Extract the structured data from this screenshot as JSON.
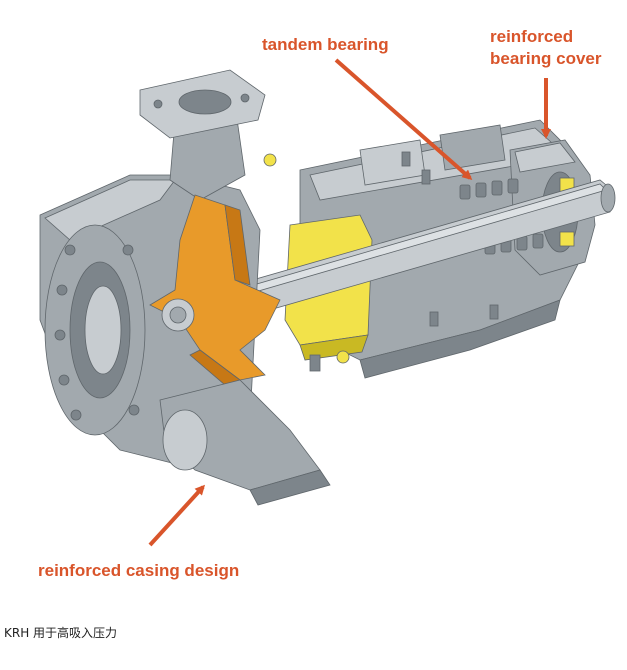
{
  "colors": {
    "callout": "#d9552b",
    "metal_dark": "#7d858b",
    "metal_mid": "#a2a9ae",
    "metal_light": "#c7ccd0",
    "metal_highlight": "#dde1e4",
    "impeller": "#e89a2a",
    "impeller_dark": "#c77815",
    "bearing_yellow": "#f2e24a",
    "bearing_yellow_dark": "#c9b923"
  },
  "labels": {
    "tandem_bearing": "tandem bearing",
    "cover_line1": "reinforced",
    "cover_line2": "bearing cover",
    "casing_design": "reinforced casing design"
  },
  "caption": "KRH 用于高吸入压力"
}
